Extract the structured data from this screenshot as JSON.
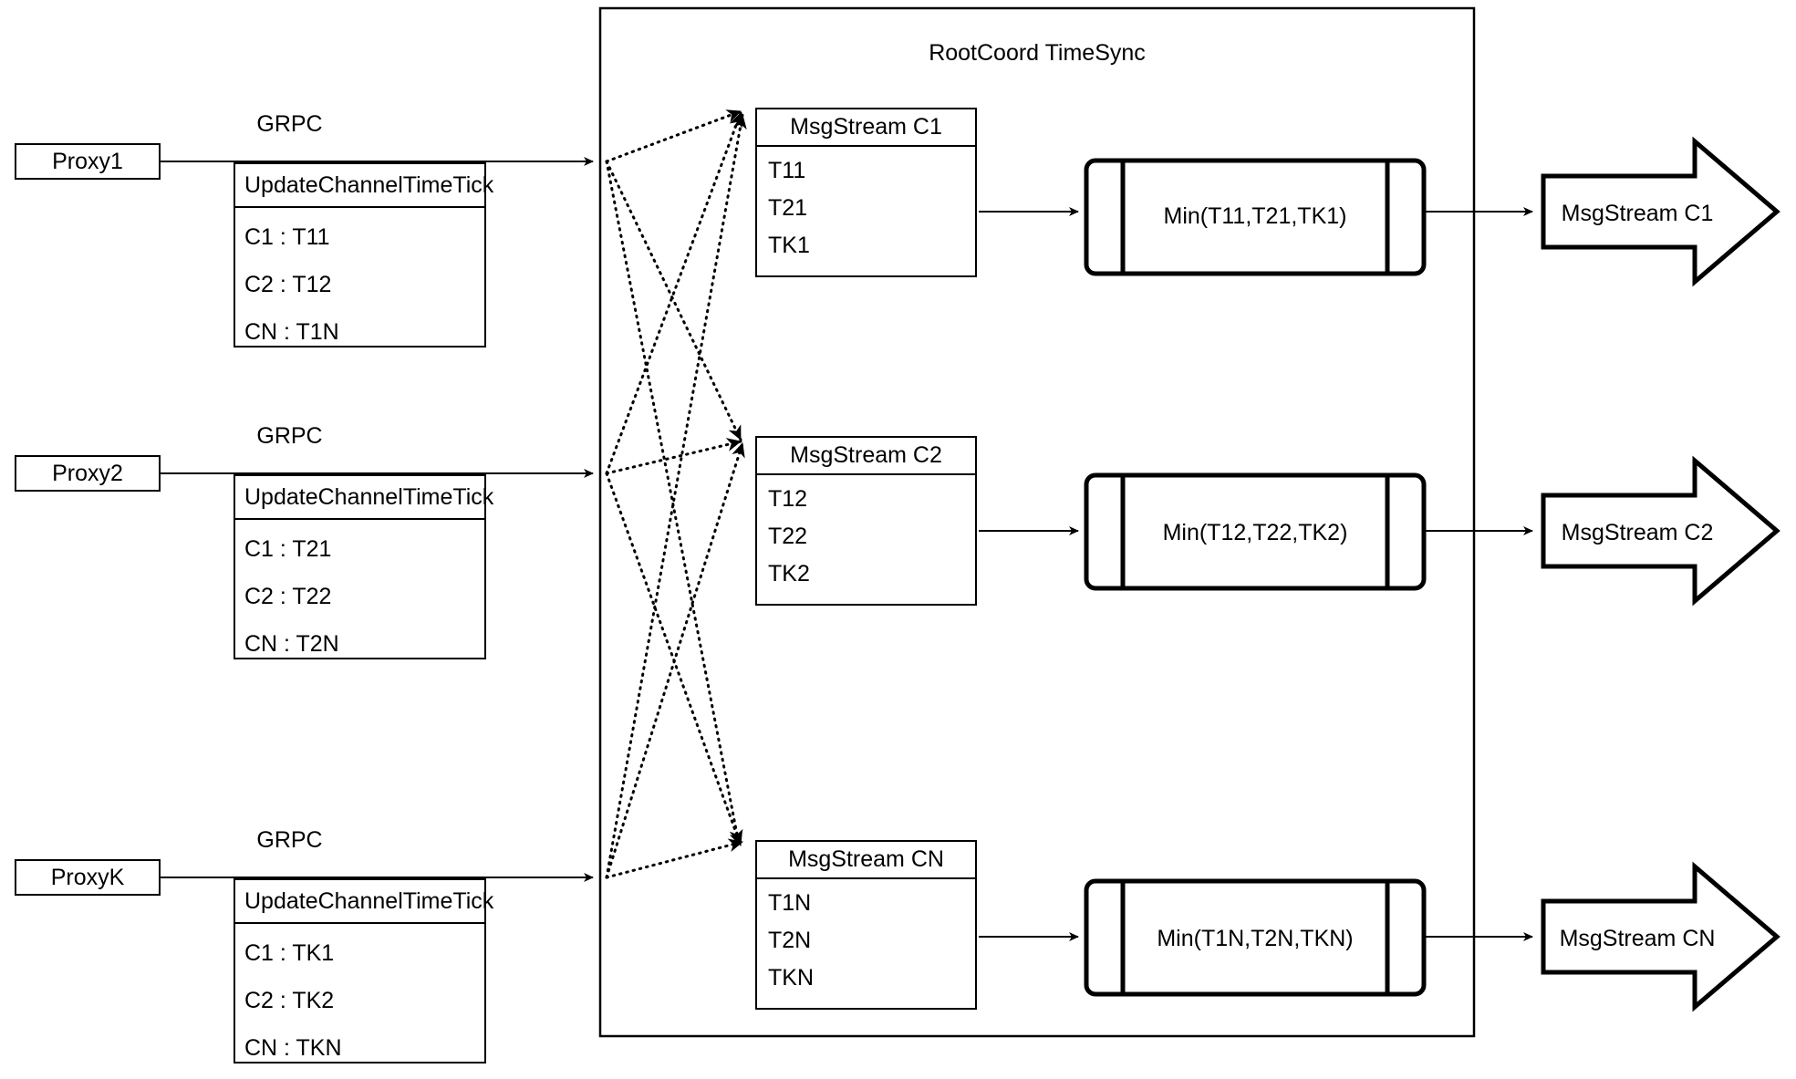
{
  "diagram": {
    "title": "RootCoord TimeSync",
    "container_label": "RootCoord TimeSync"
  },
  "proxies": [
    {
      "name": "Proxy1",
      "link_label": "GRPC",
      "request": {
        "title": "UpdateChannelTimeTick",
        "rows": [
          "C1 :  T11",
          "C2 :  T12",
          "CN : T1N"
        ]
      }
    },
    {
      "name": "Proxy2",
      "link_label": "GRPC",
      "request": {
        "title": "UpdateChannelTimeTick",
        "rows": [
          "C1 :  T21",
          "C2 :  T22",
          "CN : T2N"
        ]
      }
    },
    {
      "name": "ProxyK",
      "link_label": "GRPC",
      "request": {
        "title": "UpdateChannelTimeTick",
        "rows": [
          "C1 :  TK1",
          "C2 :  TK2",
          "CN : TKN"
        ]
      }
    }
  ],
  "channels": [
    {
      "stream_title": "MsgStream C1",
      "ticks": [
        "T11",
        "T21",
        "TK1"
      ],
      "min_label": "Min(T11,T21,TK1)",
      "output_label": "MsgStream C1"
    },
    {
      "stream_title": "MsgStream C2",
      "ticks": [
        "T12",
        "T22",
        "TK2"
      ],
      "min_label": "Min(T12,T22,TK2)",
      "output_label": "MsgStream C2"
    },
    {
      "stream_title": "MsgStream CN",
      "ticks": [
        "T1N",
        "T2N",
        "TKN"
      ],
      "min_label": "Min(T1N,T2N,TKN)",
      "output_label": "MsgStream CN"
    }
  ],
  "colors": {
    "stroke": "#000000",
    "background": "#ffffff"
  }
}
